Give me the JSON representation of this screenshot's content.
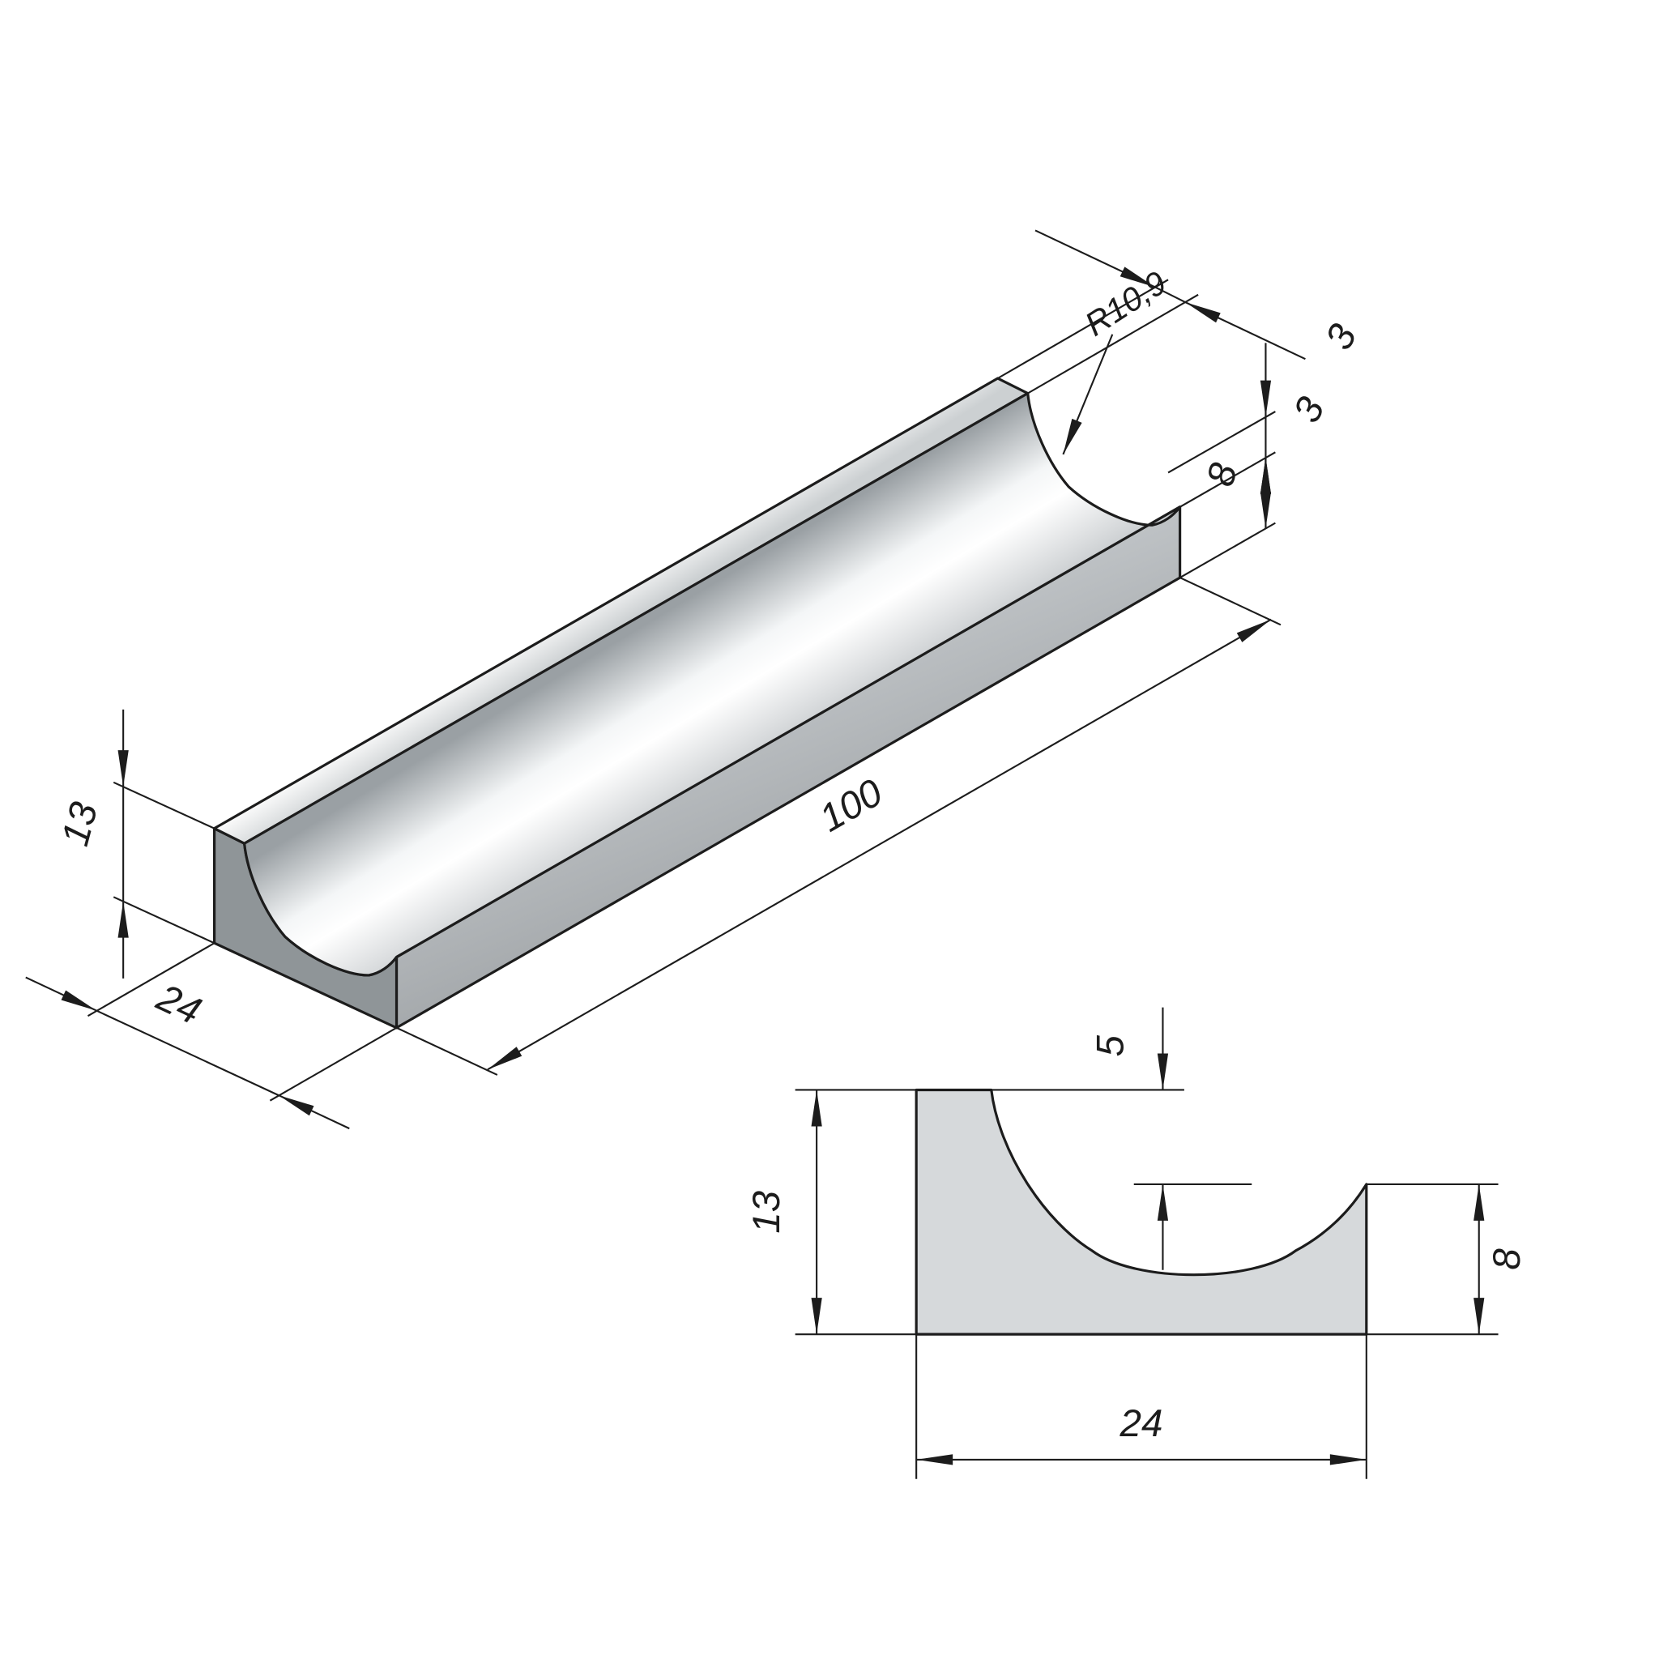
{
  "iso_view": {
    "dim_length": "100",
    "dim_width": "24",
    "dim_height_left": "13",
    "dim_height_right": "8",
    "dim_radius": "R10,9",
    "dim_chamfer_top": "3",
    "dim_chamfer_side": "3"
  },
  "section_view": {
    "dim_height_left": "13",
    "dim_width": "24",
    "dim_height_right": "8",
    "dim_depth": "5"
  },
  "colors": {
    "outline": "#1c1c1c",
    "front_face": "#8f9598",
    "side_face": "#b2b6b9",
    "section_fill": "#d6d9db",
    "background": "#ffffff"
  }
}
